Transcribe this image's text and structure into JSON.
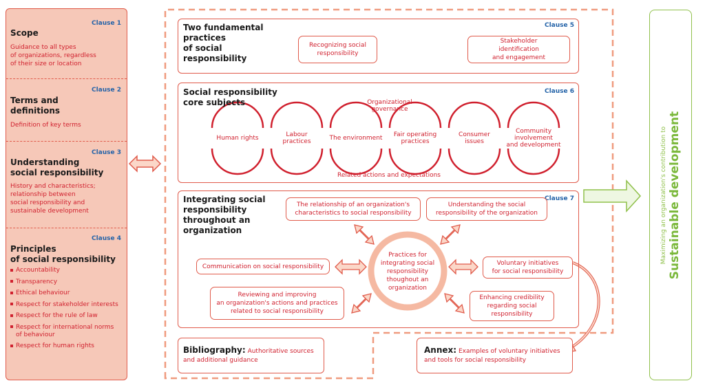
{
  "left_panel": {
    "clause1": {
      "num": "Clause 1",
      "title": "Scope",
      "desc": [
        "Guidance to all types",
        "of organizations, regardless",
        "of their size or location"
      ]
    },
    "clause2": {
      "num": "Clause 2",
      "title": [
        "Terms and",
        "definitions"
      ],
      "desc": "Definition of key terms"
    },
    "clause3": {
      "num": "Clause 3",
      "title": [
        "Understanding",
        "social responsibility"
      ],
      "desc": [
        "History and characteristics;",
        "relationship between",
        "social responsibility and",
        "sustainable development"
      ]
    },
    "clause4": {
      "num": "Clause 4",
      "title": [
        "Principles",
        "of social responsibility"
      ],
      "principles": [
        "Accountability",
        "Transparency",
        "Ethical behaviour",
        "Respect for stakeholder interests",
        "Respect for the rule of law",
        "Respect for international norms",
        "of behaviour",
        "Respect for human rights"
      ]
    }
  },
  "clause5": {
    "num": "Clause 5",
    "title": [
      "Two fundamental",
      "practices",
      "of social",
      "responsibility"
    ],
    "left_pill": [
      "Recognizing social",
      "responsibility"
    ],
    "right_pill": [
      "Stakeholder",
      "identification",
      "and engagement"
    ]
  },
  "clause6": {
    "num": "Clause 6",
    "title": [
      "Social responsibility",
      "core subjects"
    ],
    "top_label": [
      "Organizational",
      "governance"
    ],
    "subjects": [
      [
        "Human rights"
      ],
      [
        "Labour",
        "practices"
      ],
      [
        "The environment"
      ],
      [
        "Fair operating",
        "practices"
      ],
      [
        "Consumer",
        "issues"
      ],
      [
        "Community",
        "involvement",
        "and development"
      ]
    ],
    "bottom_label": "Related actions and expectations"
  },
  "clause7": {
    "num": "Clause 7",
    "title": [
      "Integrating social",
      "responsibility",
      "throughout an",
      "organization"
    ],
    "center": [
      "Practices for",
      "integrating social",
      "responsibility",
      "thoughout an",
      "organization"
    ],
    "relationship": [
      "The relationship of an organization's",
      "characteristics to social responsibility"
    ],
    "understanding": [
      "Understanding the social",
      "responsibility of the organization"
    ],
    "communication": "Communication on social responsibility",
    "voluntary": [
      "Voluntary initiatives",
      "for social responsibility"
    ],
    "reviewing": [
      "Reviewing and improving",
      "an organization's actions and practices",
      "related to social responsibility"
    ],
    "enhancing": [
      "Enhancing credibility",
      "regarding social",
      "responsibility"
    ]
  },
  "bibliography": {
    "title": "Bibliography:",
    "desc1": "Authoritative sources",
    "desc2": "and additional guidance"
  },
  "annex": {
    "title": "Annex:",
    "desc1": "Examples of voluntary initiatives",
    "desc2": "and tools for social responsibility"
  },
  "sustainable": {
    "small": "Maximizing an organization's contribution to",
    "big": "Sustainable development"
  }
}
